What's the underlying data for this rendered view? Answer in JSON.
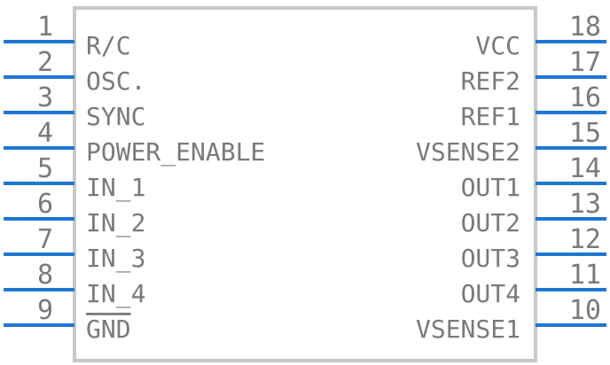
{
  "component": {
    "body_color": "#c8c8c8",
    "lead_color": "#1f77d4",
    "text_color": "#7a7a7a",
    "left_pins": [
      {
        "number": "1",
        "label": "R/C"
      },
      {
        "number": "2",
        "label": "OSC."
      },
      {
        "number": "3",
        "label": "SYNC"
      },
      {
        "number": "4",
        "label": "POWER_ENABLE"
      },
      {
        "number": "5",
        "label": "IN_1"
      },
      {
        "number": "6",
        "label": "IN_2"
      },
      {
        "number": "7",
        "label": "IN_3"
      },
      {
        "number": "8",
        "label": "IN_4"
      },
      {
        "number": "9",
        "label": "GND",
        "overline": true
      }
    ],
    "right_pins": [
      {
        "number": "18",
        "label": "VCC"
      },
      {
        "number": "17",
        "label": "REF2"
      },
      {
        "number": "16",
        "label": "REF1"
      },
      {
        "number": "15",
        "label": "VSENSE2"
      },
      {
        "number": "14",
        "label": "OUT1"
      },
      {
        "number": "13",
        "label": "OUT2"
      },
      {
        "number": "12",
        "label": "OUT3"
      },
      {
        "number": "11",
        "label": "OUT4"
      },
      {
        "number": "10",
        "label": "VSENSE1"
      }
    ]
  }
}
